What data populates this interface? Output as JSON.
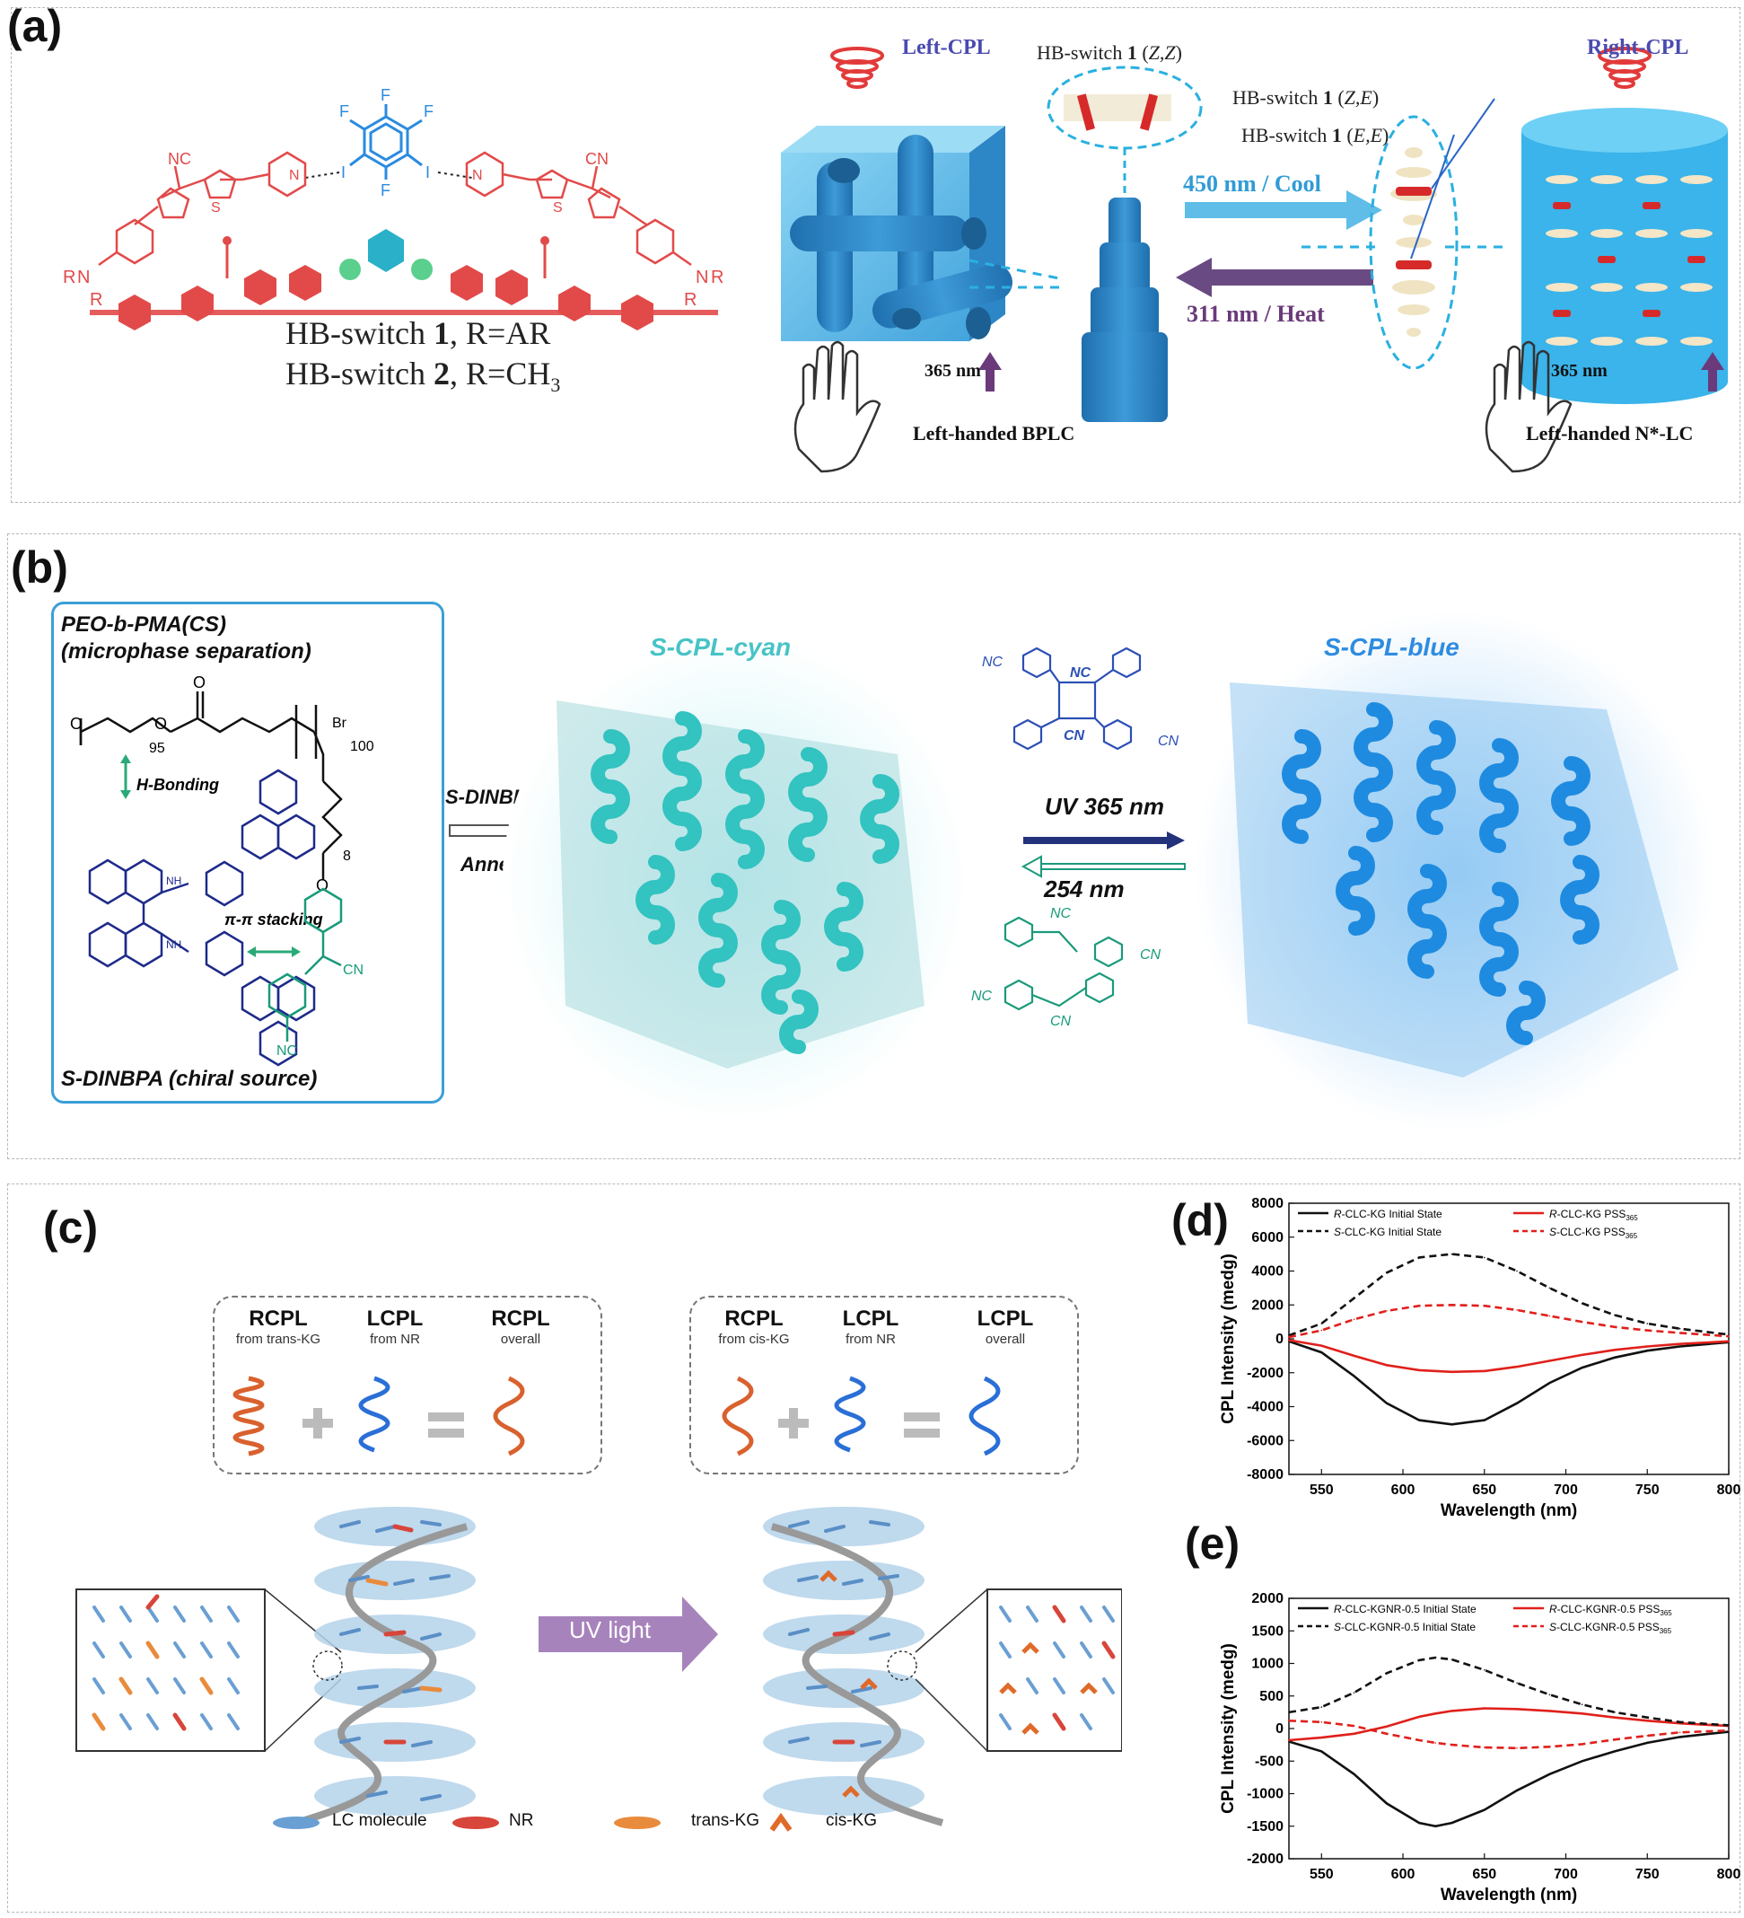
{
  "panel_a": {
    "label": "(a)",
    "switch1": [
      "HB-switch ",
      "1",
      ", R=AR"
    ],
    "switch2": [
      "HB-switch ",
      "2",
      ", R=CH",
      "3"
    ],
    "left_cpl": "Left-CPL",
    "right_cpl": "Right-CPL",
    "hb_zz": [
      "HB-switch ",
      "1",
      " (",
      "Z,Z",
      ")"
    ],
    "hb_ze": [
      "HB-switch ",
      "1",
      " (",
      "Z,E",
      ")"
    ],
    "hb_ee": [
      "HB-switch ",
      "1",
      " (",
      "E,E",
      ")"
    ],
    "forward": "450 nm / Cool",
    "backward": "311 nm / Heat",
    "uv_left": "365 nm",
    "uv_right": "365 nm",
    "bplc": "Left-handed BPLC",
    "nlc": "Left-handed N*-LC",
    "chem": {
      "nc1": "NC",
      "cn1": "CN",
      "s": "S",
      "n": "N",
      "i": "I",
      "f": "F",
      "r": "R"
    }
  },
  "panel_b": {
    "label": "(b)",
    "polymer": "PEO-b-PMA(CS)",
    "sep": "(microphase separation)",
    "sub95": "95",
    "sub100": "100",
    "sub8": "8",
    "br": "Br",
    "o": "O",
    "hbond": "H-Bonding",
    "pipi": "π-π stacking",
    "nh": "NH",
    "cn": "CN",
    "nc": "NC",
    "chiral": "S-DINBPA (chiral source)",
    "dinbpa": "S-DINBPA",
    "anneal": "Anneal",
    "cyan": "S-CPL-cyan",
    "blue": "S-CPL-blue",
    "uv365": "UV 365 nm",
    "uv254": "254 nm"
  },
  "panel_c": {
    "label": "(c)",
    "box1": [
      {
        "title": "RCPL",
        "sub": "from trans-KG"
      },
      {
        "title": "LCPL",
        "sub": "from NR"
      },
      {
        "title": "RCPL",
        "sub": "overall"
      }
    ],
    "box2": [
      {
        "title": "RCPL",
        "sub": "from cis-KG"
      },
      {
        "title": "LCPL",
        "sub": "from NR"
      },
      {
        "title": "LCPL",
        "sub": "overall"
      }
    ],
    "uv_light": "UV light",
    "legend": [
      "LC molecule",
      "NR",
      "trans-KG",
      "cis-KG"
    ],
    "colors": {
      "lc": "#6a9fd3",
      "nr": "#d8453a",
      "kg": "#e98b3c"
    }
  },
  "chart_data": [
    {
      "label": "(d)",
      "type": "line",
      "xlabel": "Wavelength (nm)",
      "ylabel": "CPL Intensity (medg)",
      "xlim": [
        530,
        800
      ],
      "ylim": [
        -8000,
        8000
      ],
      "xticks": [
        550,
        600,
        650,
        700,
        750,
        800
      ],
      "yticks": [
        -8000,
        -6000,
        -4000,
        -2000,
        0,
        2000,
        4000,
        6000,
        8000
      ],
      "x": [
        530,
        550,
        570,
        590,
        610,
        630,
        650,
        670,
        690,
        710,
        730,
        750,
        770,
        800
      ],
      "series": [
        {
          "name": "R-CLC-KG Initial State",
          "color": "#111111",
          "dash": false,
          "values": [
            -150,
            -800,
            -2200,
            -3800,
            -4800,
            -5050,
            -4800,
            -3800,
            -2600,
            -1700,
            -1100,
            -700,
            -450,
            -200
          ]
        },
        {
          "name": "R-CLC-KG PSS365",
          "color": "#e0201b",
          "dash": false,
          "values": [
            -80,
            -400,
            -1000,
            -1550,
            -1850,
            -1950,
            -1900,
            -1650,
            -1300,
            -950,
            -650,
            -450,
            -300,
            -150
          ]
        },
        {
          "name": "S-CLC-KG Initial State",
          "color": "#111111",
          "dash": true,
          "values": [
            200,
            900,
            2400,
            3900,
            4800,
            5000,
            4800,
            4000,
            3000,
            2100,
            1400,
            900,
            600,
            250
          ]
        },
        {
          "name": "S-CLC-KG PSS365",
          "color": "#e0201b",
          "dash": true,
          "values": [
            100,
            500,
            1150,
            1650,
            1950,
            2000,
            1950,
            1700,
            1350,
            1000,
            700,
            500,
            350,
            150
          ]
        }
      ],
      "legend_labels": [
        {
          "prefix": "R",
          "text": "-CLC-KG Initial State"
        },
        {
          "prefix": "R",
          "text": "-CLC-KG PSS",
          "sub": "365"
        },
        {
          "prefix": "S",
          "text": "-CLC-KG Initial State"
        },
        {
          "prefix": "S",
          "text": "-CLC-KG PSS",
          "sub": "365"
        }
      ]
    },
    {
      "label": "(e)",
      "type": "line",
      "xlabel": "Wavelength (nm)",
      "ylabel": "CPL Intensity (medg)",
      "xlim": [
        530,
        800
      ],
      "ylim": [
        -2000,
        2000
      ],
      "xticks": [
        550,
        600,
        650,
        700,
        750,
        800
      ],
      "yticks": [
        -2000,
        -1500,
        -1000,
        -500,
        0,
        500,
        1000,
        1500,
        2000
      ],
      "x": [
        530,
        550,
        570,
        590,
        610,
        620,
        630,
        650,
        670,
        690,
        710,
        730,
        750,
        770,
        800
      ],
      "series": [
        {
          "name": "R-CLC-KGNR-0.5 Initial State",
          "color": "#111111",
          "dash": false,
          "values": [
            -200,
            -350,
            -700,
            -1150,
            -1450,
            -1500,
            -1450,
            -1250,
            -950,
            -700,
            -500,
            -350,
            -220,
            -130,
            -50
          ]
        },
        {
          "name": "R-CLC-KGNR-0.5 PSS365",
          "color": "#e0201b",
          "dash": false,
          "values": [
            -180,
            -140,
            -80,
            30,
            180,
            230,
            270,
            310,
            300,
            270,
            230,
            170,
            120,
            80,
            40
          ]
        },
        {
          "name": "S-CLC-KGNR-0.5 Initial State",
          "color": "#111111",
          "dash": true,
          "values": [
            250,
            330,
            550,
            850,
            1050,
            1090,
            1060,
            900,
            700,
            520,
            370,
            250,
            170,
            100,
            50
          ]
        },
        {
          "name": "S-CLC-KGNR-0.5 PSS365",
          "color": "#e0201b",
          "dash": true,
          "values": [
            120,
            100,
            40,
            -80,
            -180,
            -220,
            -250,
            -290,
            -300,
            -280,
            -240,
            -170,
            -110,
            -60,
            -30
          ]
        }
      ],
      "legend_labels": [
        {
          "prefix": "R",
          "text": "-CLC-KGNR-0.5 Initial State"
        },
        {
          "prefix": "R",
          "text": "-CLC-KGNR-0.5 PSS",
          "sub": "365"
        },
        {
          "prefix": "S",
          "text": "-CLC-KGNR-0.5 Initial State"
        },
        {
          "prefix": "S",
          "text": "-CLC-KGNR-0.5 PSS",
          "sub": "365"
        }
      ]
    }
  ]
}
